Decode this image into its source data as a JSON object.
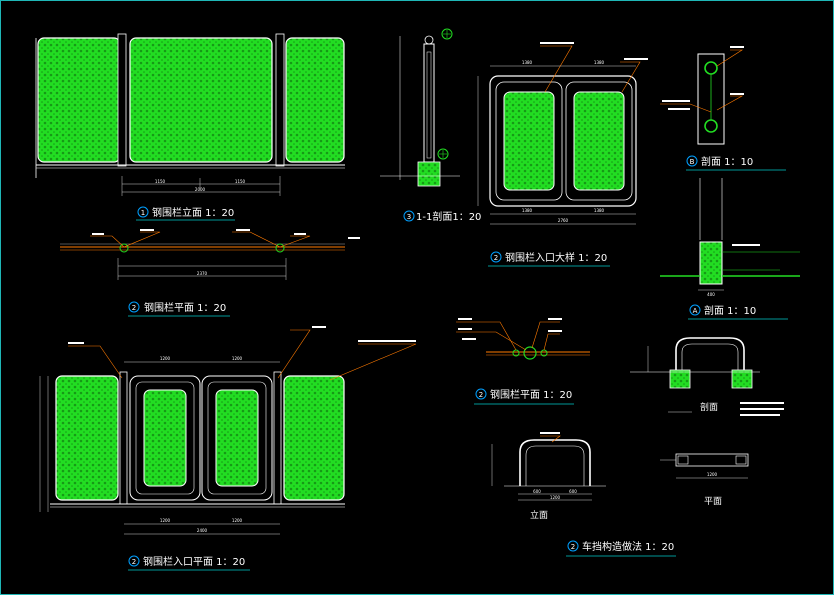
{
  "colors": {
    "background": "#000000",
    "mesh": "#22dd22",
    "mesh_dark": "#169a16",
    "outline": "#ffffff",
    "leader": "#ff7a00",
    "caption_line": "#00c8c8",
    "symbol": "#00a0ff",
    "dimension": "#cfcfcf"
  },
  "captions": {
    "elev_num": "1",
    "elev_text": "钢围栏立面 1：20",
    "plan1_num": "2",
    "plan1_text": "钢围栏平面 1：20",
    "sec11_num": "3",
    "sec11_text": "1-1剖面1：20",
    "gate_num": "2",
    "gate_text": "钢围栏入口大样 1：20",
    "secB_num": "B",
    "secB_text": "剖面 1：10",
    "secA_num": "A",
    "secA_text": "剖面 1：10",
    "plan2_num": "2",
    "plan2_text": "钢围栏平面 1：20",
    "gateplan_num": "2",
    "gateplan_text": "钢围栏入口平面 1：20",
    "bar_num": "2",
    "bar_text": "车挡构造做法 1：20",
    "bar_elev": "立面",
    "bar_section": "剖面",
    "bar_plan": "平面"
  },
  "dims": {
    "elev_a": "1150",
    "elev_b": "1150",
    "elev_total": "2000",
    "plan_total": "2370",
    "gate_top_a": "1380",
    "gate_top_b": "1380",
    "gate_bot_a": "1380",
    "gate_bot_b": "1380",
    "gate_total": "2760",
    "gp_top_a": "1200",
    "gp_top_b": "1200",
    "gp_bot_a": "1200",
    "gp_bot_b": "1200",
    "gp_total": "2400",
    "bar_a": "600",
    "bar_b": "600",
    "bar_total": "1200",
    "bar_plan_total": "1200",
    "secA_w": "400"
  }
}
